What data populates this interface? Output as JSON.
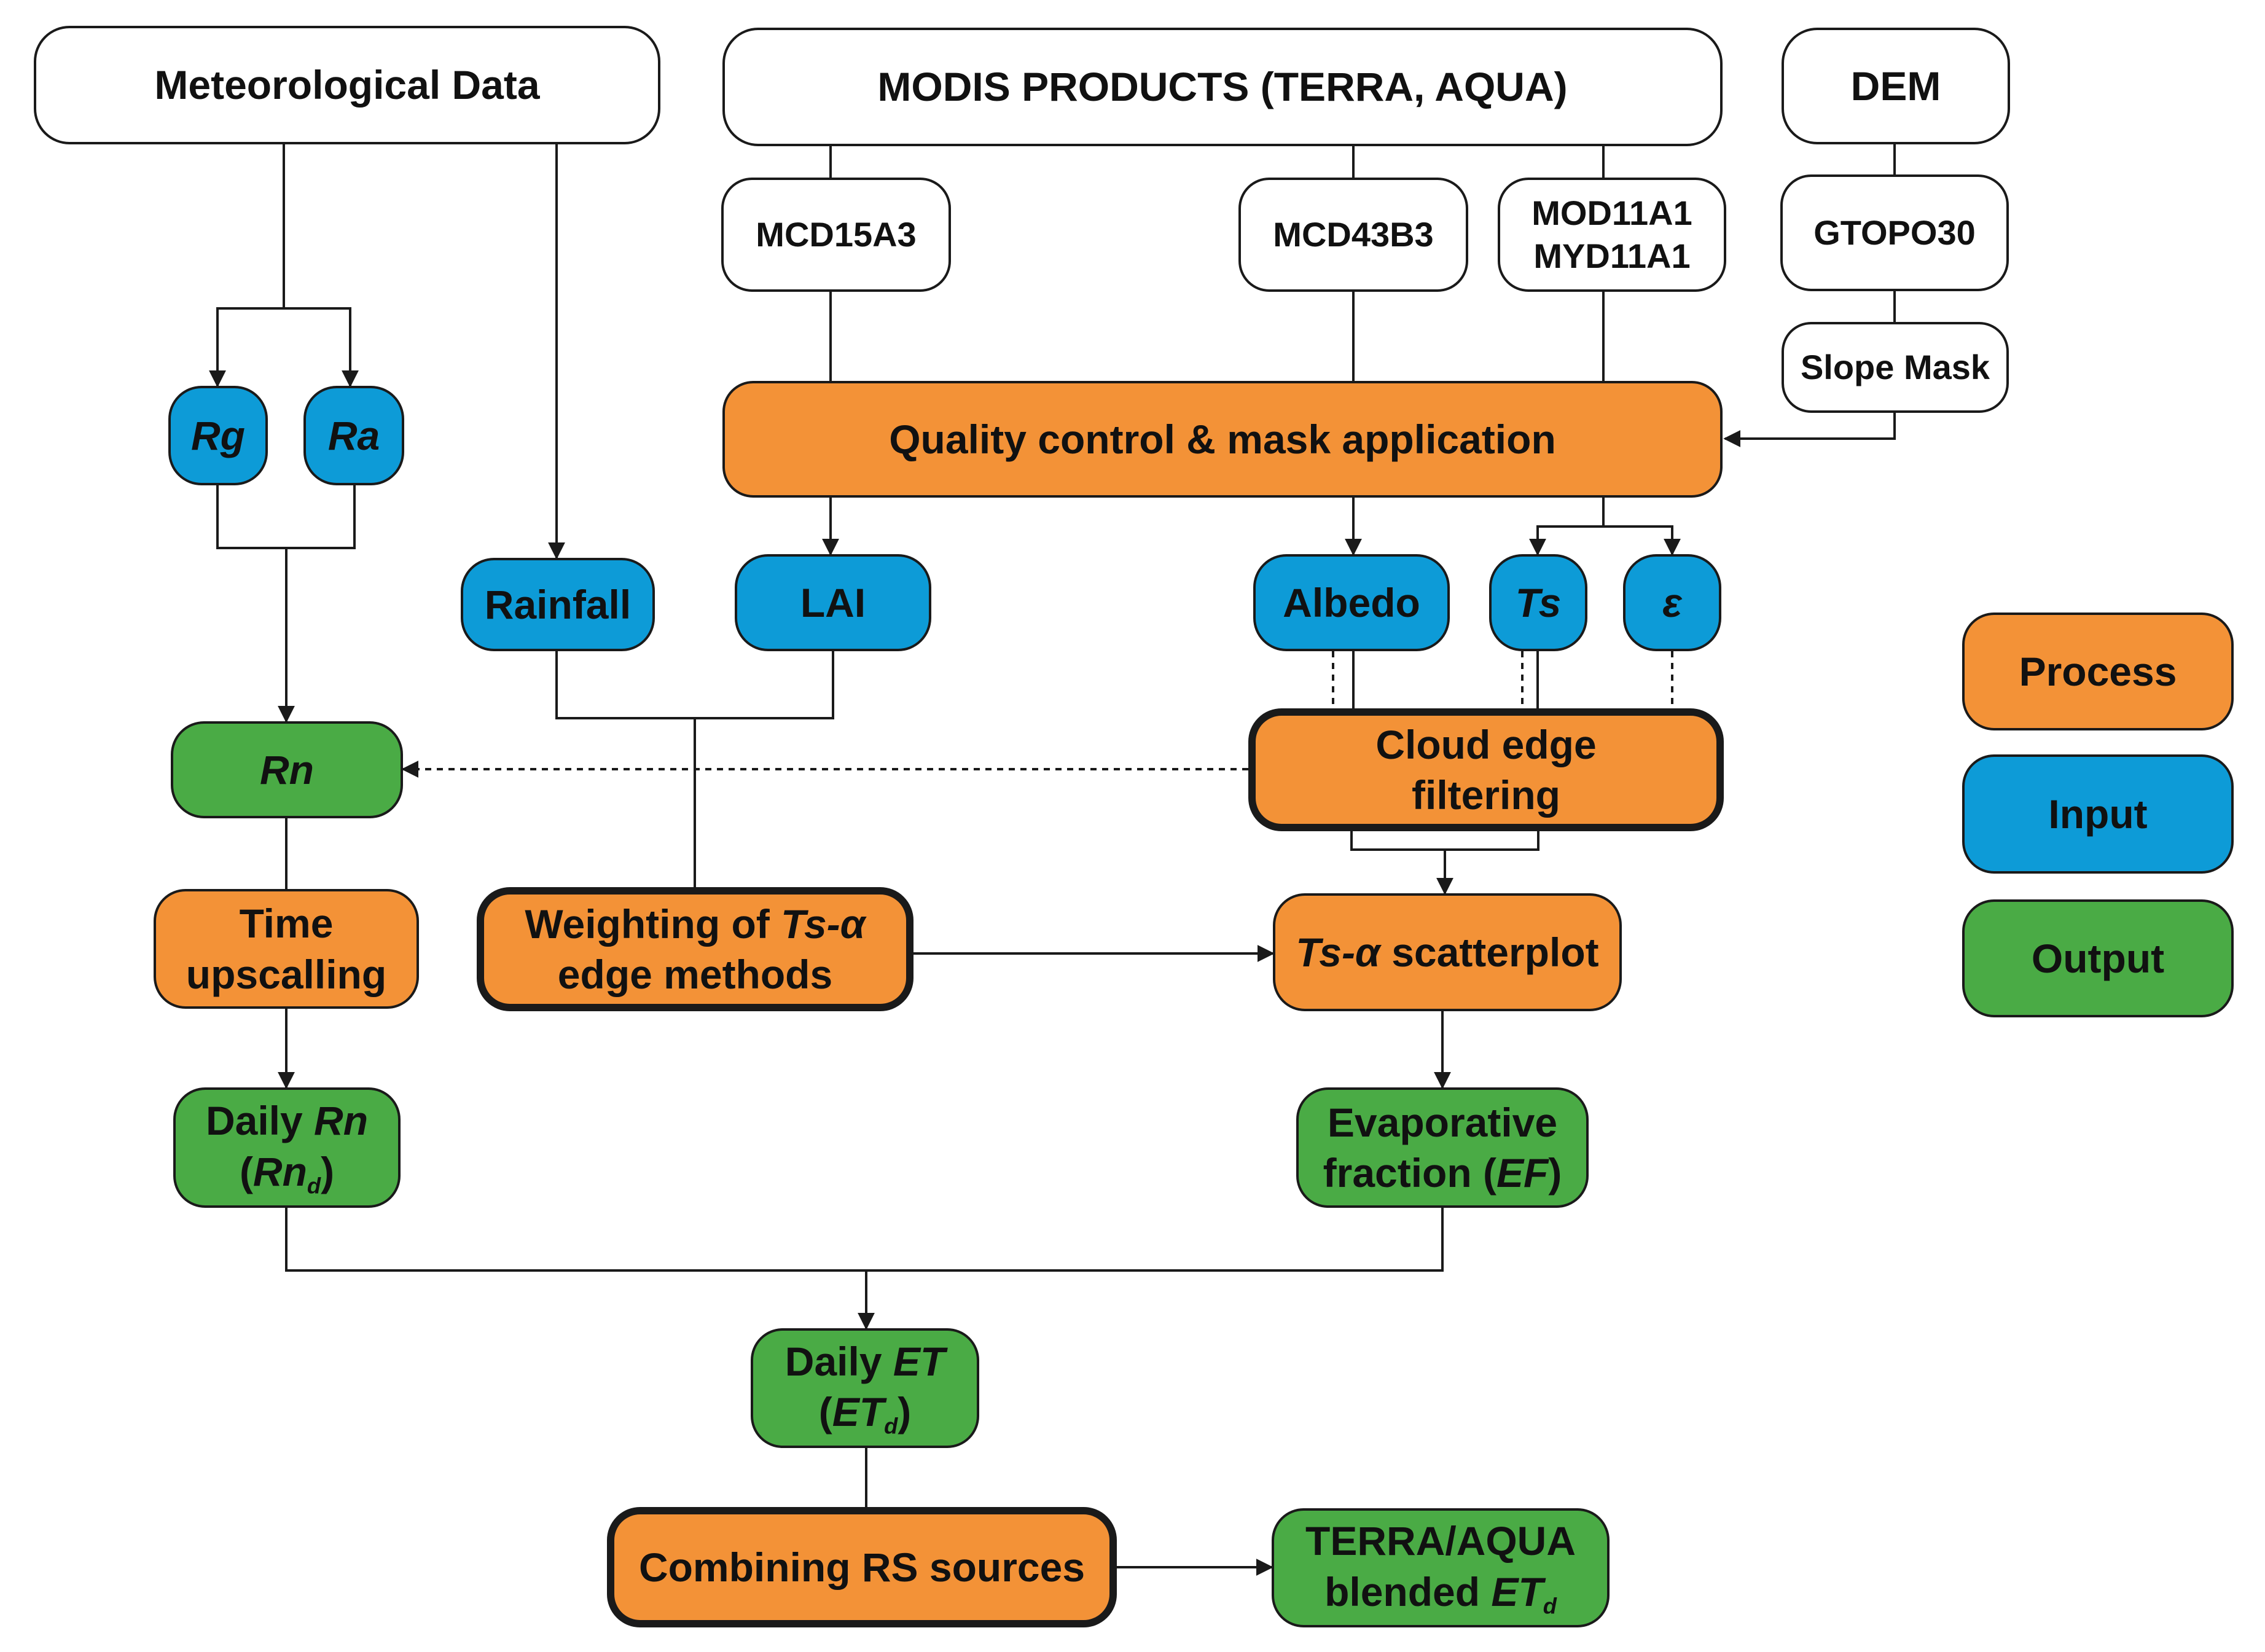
{
  "sources": {
    "met": "Meteorological Data",
    "modis": "MODIS PRODUCTS (TERRA, AQUA)",
    "dem": "DEM"
  },
  "products": {
    "mcd15": "MCD15A3",
    "mcd43": "MCD43B3",
    "mod11": "MOD11A1",
    "myd11": "MYD11A1",
    "gtopo": "GTOPO30",
    "slope": "Slope Mask"
  },
  "inputs": {
    "rg": "Rg",
    "ra": "Ra",
    "rainfall": "Rainfall",
    "lai": "LAI",
    "albedo": "Albedo",
    "ts": "Ts",
    "eps": "ε"
  },
  "processes": {
    "qc": "Quality control & mask application",
    "cloud_1": "Cloud edge",
    "cloud_2": "filtering",
    "time_1": "Time",
    "time_2": "upscalling",
    "weight_pre": "Weighting of ",
    "weight_it": "Ts-α",
    "weight_line2": "edge methods",
    "scatter_it": "Ts-α",
    "scatter_post": " scatterplot",
    "combine": "Combining RS sources"
  },
  "outputs": {
    "rn": "Rn",
    "daily_rn_pre": "Daily ",
    "daily_rn_it": "Rn",
    "daily_rn_open": "(",
    "daily_rn_sym": "Rn",
    "daily_rn_sub": "d",
    "daily_rn_close": ")",
    "ef_line1": "Evaporative",
    "ef_pre": "fraction (",
    "ef_it": "EF",
    "ef_close": ")",
    "daily_et_pre": "Daily ",
    "daily_et_it": "ET",
    "daily_et_open": "(",
    "daily_et_sym": "ET",
    "daily_et_sub": "d",
    "daily_et_close": ")",
    "blend_line1": "TERRA/AQUA",
    "blend_pre": "blended ",
    "blend_sym": "ET",
    "blend_sub": "d"
  },
  "legend": {
    "process": "Process",
    "input": "Input",
    "output": "Output"
  },
  "colors": {
    "process": "#f39237",
    "input": "#0d9bd7",
    "output": "#4aab45",
    "line": "#1a1a1a"
  }
}
